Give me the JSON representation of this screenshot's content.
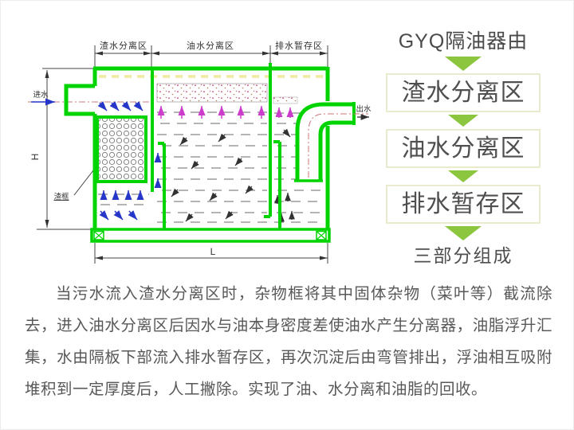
{
  "diagram": {
    "zone_labels": [
      "渣水分离区",
      "油水分离区",
      "排水暂存区"
    ],
    "dim_height": "H",
    "dim_length": "L",
    "inlet_label": "进水",
    "outlet_label": "出水",
    "basket_label": "渣框"
  },
  "flow_panel": {
    "heading": "GYQ隔油器由",
    "steps": [
      {
        "label": "渣水分离区"
      },
      {
        "label": "油水分离区"
      },
      {
        "label": "排水暂存区"
      }
    ],
    "footer": "三部分组成"
  },
  "description": "当污水流入渣水分离区时，杂物框将其中固体杂物（菜叶等）截流除去，进入油水分离区后因水与油本身密度差使油水产生分离器，油脂浮升汇集，水由隔板下部流入排水暂存区，再次沉淀后由弯管排出，浮油相互吸附堆积到一定厚度后，人工撇除。实现了油、水分离和油脂的回收。",
  "colors": {
    "tank_green": "#00d400",
    "flow_arrow_green": "#8cc63e",
    "box_border": "#eaeacf",
    "text_dark": "#4f4f4f",
    "magenta": "#cc3dcc",
    "blue": "#2636c8",
    "yellow_dash": "#ecec9e"
  }
}
